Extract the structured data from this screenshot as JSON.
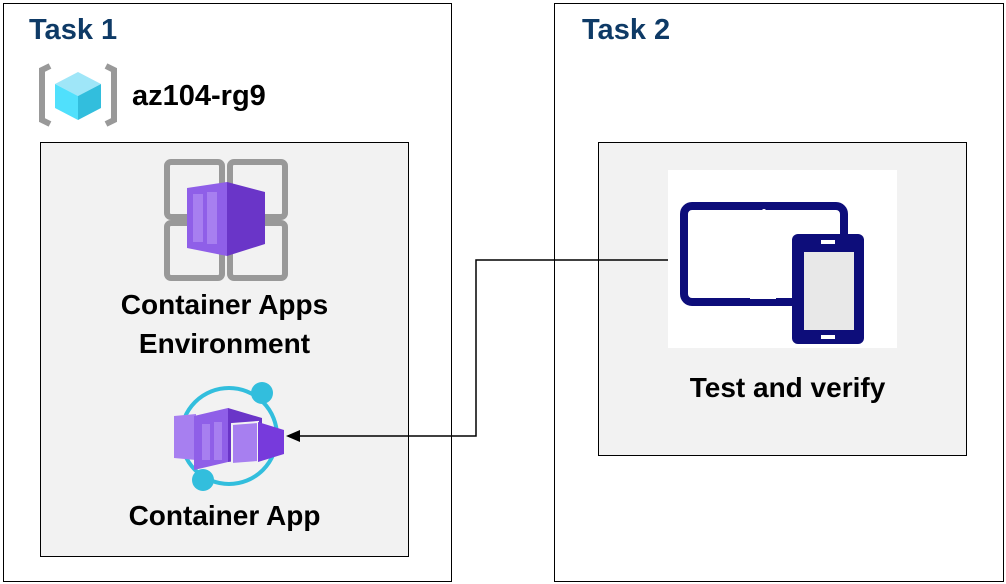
{
  "task1": {
    "title": "Task 1",
    "resource_group": "az104-rg9",
    "environment_label_line1": "Container Apps",
    "environment_label_line2": "Environment",
    "container_app_label": "Container App",
    "icons": [
      "resource-group-icon",
      "container-apps-environment-icon",
      "container-app-icon"
    ]
  },
  "task2": {
    "title": "Task 2",
    "label": "Test and verify",
    "icons": [
      "devices-icon"
    ]
  },
  "colors": {
    "title": "#0e3a66",
    "inner_fill": "#f2f2f2",
    "purple": "#773adc",
    "cyan": "#32bedd",
    "device_blue": "#0d0d7a"
  }
}
